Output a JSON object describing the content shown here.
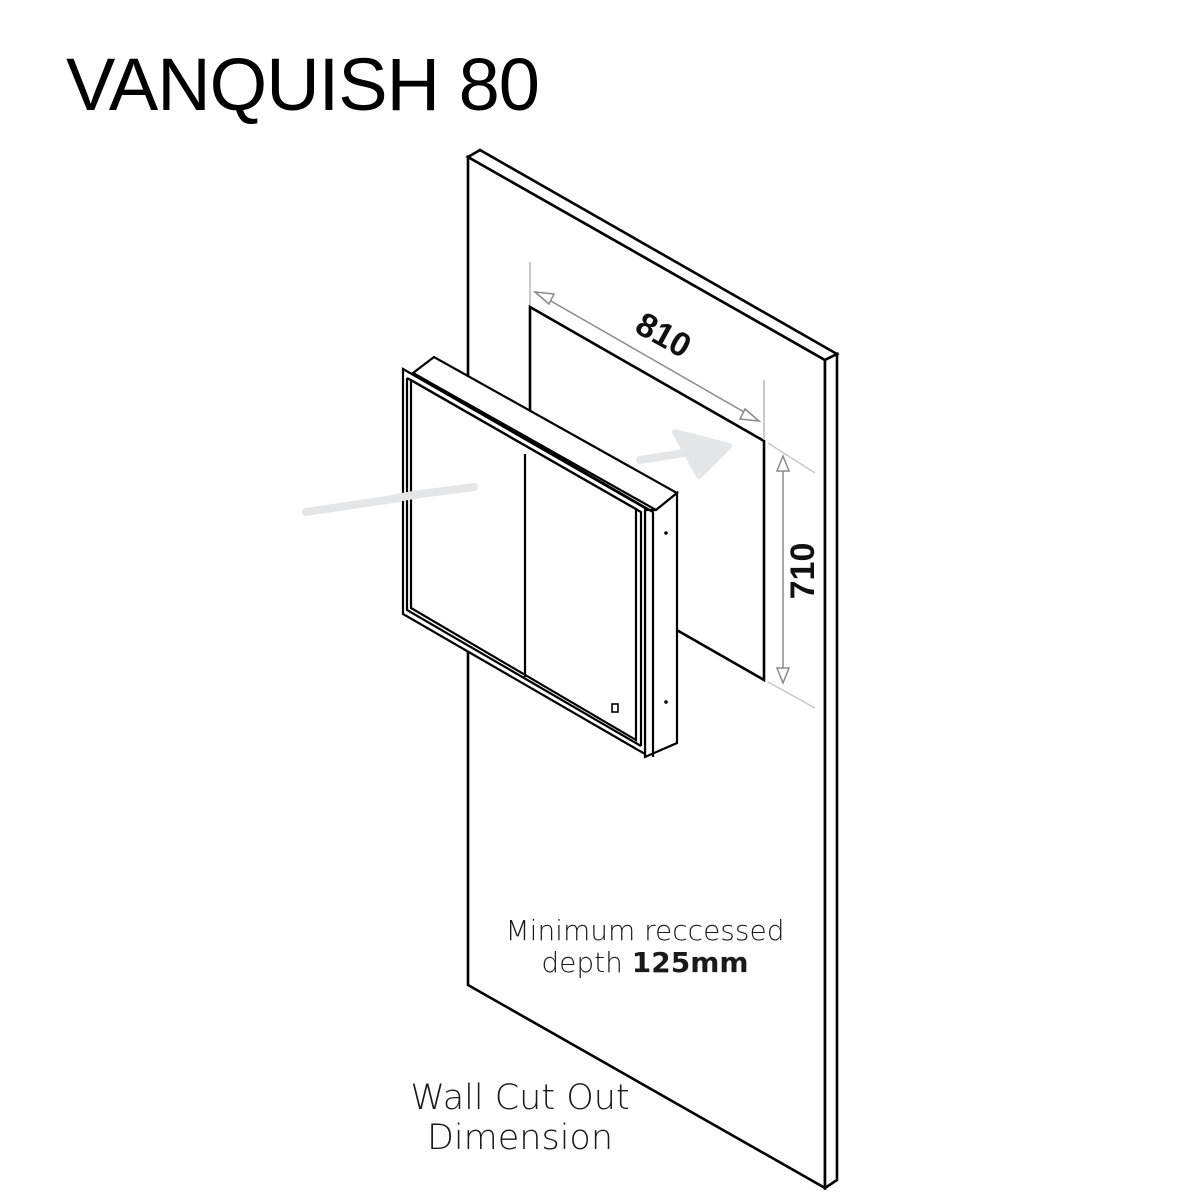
{
  "title": "VANQUISH 80",
  "dimensions": {
    "width": "810",
    "height": "710"
  },
  "notes": {
    "depth_line1": "Minimum reccessed",
    "depth_line2_prefix": "depth ",
    "depth_value": "125mm",
    "cutout_line1": "Wall Cut Out",
    "cutout_line2": "Dimension"
  },
  "colors": {
    "line": "#000000",
    "dimension_line": "#8a8a8a",
    "arrow_fill": "#e4e6e8",
    "text": "#1a1a1a"
  },
  "components": [
    "wall-panel",
    "wall-cutout",
    "mirror-cabinet",
    "insertion-arrow",
    "width-dimension",
    "height-dimension"
  ]
}
